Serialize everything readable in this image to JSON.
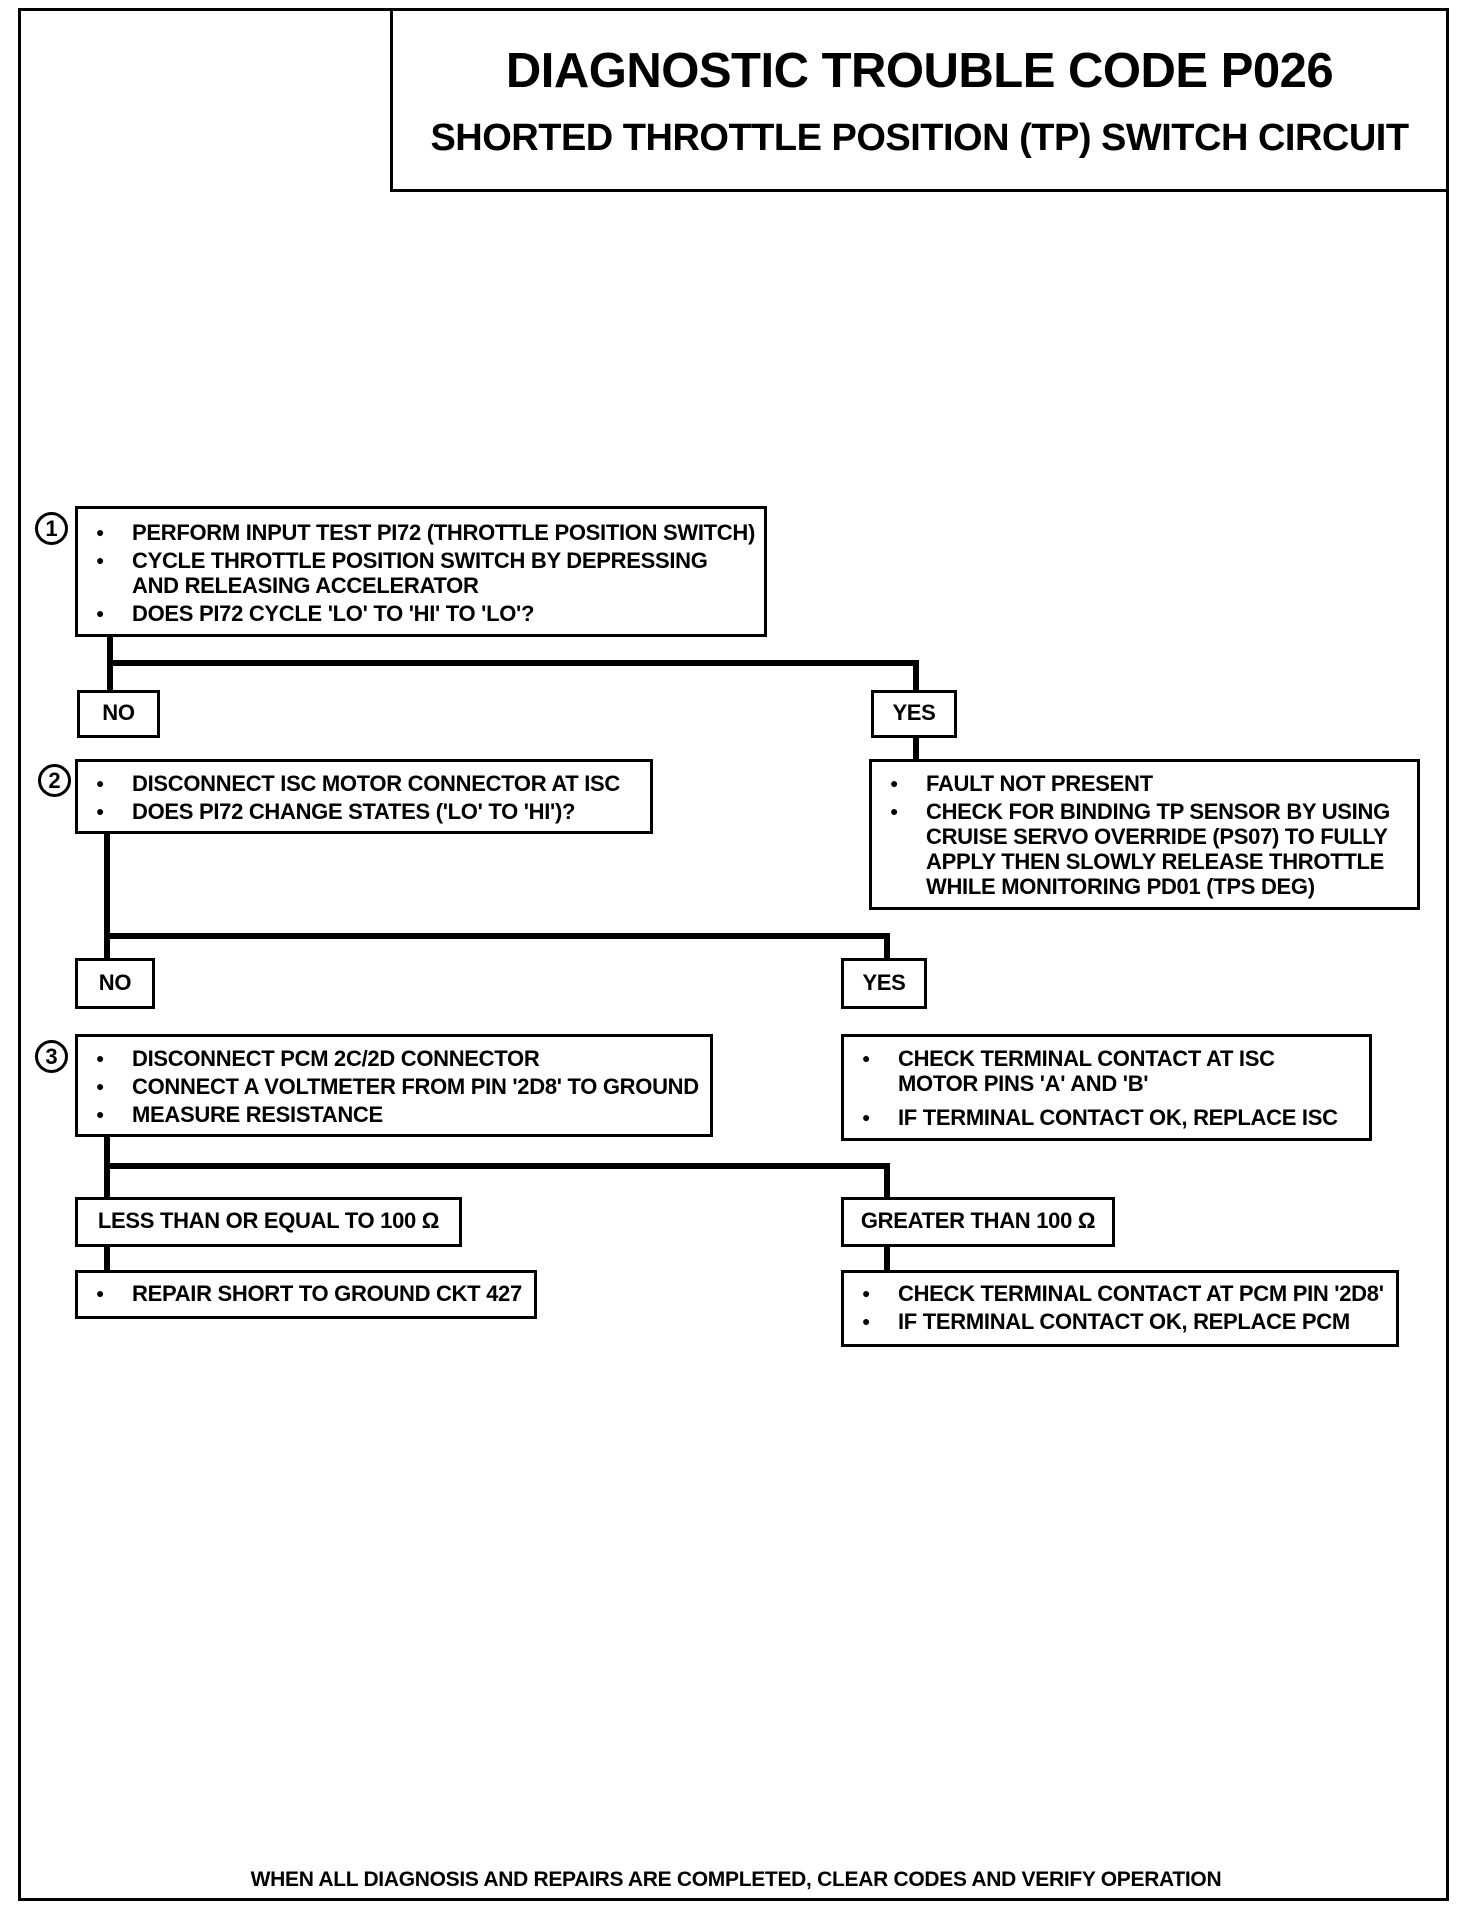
{
  "title": "DIAGNOSTIC TROUBLE CODE P026",
  "subtitle": "SHORTED THROTTLE POSITION (TP) SWITCH CIRCUIT",
  "steps": {
    "s1": {
      "number": "1",
      "items": [
        "PERFORM INPUT TEST PI72 (THROTTLE POSITION SWITCH)",
        "CYCLE THROTTLE POSITION SWITCH BY DEPRESSING AND RELEASING ACCELERATOR",
        "DOES PI72 CYCLE 'LO' TO 'HI' TO 'LO'?"
      ]
    },
    "s2": {
      "number": "2",
      "items": [
        "DISCONNECT ISC MOTOR CONNECTOR AT ISC",
        "DOES  PI72 CHANGE STATES ('LO' TO 'HI')?"
      ]
    },
    "s3": {
      "number": "3",
      "items": [
        "DISCONNECT PCM 2C/2D CONNECTOR",
        "CONNECT A VOLTMETER FROM PIN '2D8' TO GROUND",
        "MEASURE RESISTANCE"
      ]
    }
  },
  "branches": {
    "b1_no": "NO",
    "b1_yes": "YES",
    "b2_no": "NO",
    "b2_yes": "YES",
    "b3_le": "LESS THAN OR EQUAL TO 100 Ω",
    "b3_gt": "GREATER THAN 100 Ω"
  },
  "results": {
    "r1_yes": [
      "FAULT NOT PRESENT",
      "CHECK FOR BINDING TP SENSOR BY USING CRUISE SERVO  OVERRIDE (PS07) TO FULLY APPLY THEN SLOWLY RELEASE THROTTLE WHILE MONITORING PD01 (TPS DEG)"
    ],
    "r2_yes": [
      "CHECK TERMINAL CONTACT AT ISC MOTOR PINS 'A' AND 'B'",
      "IF TERMINAL CONTACT OK, REPLACE ISC"
    ],
    "r3_le": [
      "REPAIR SHORT TO GROUND CKT 427"
    ],
    "r3_gt": [
      "CHECK TERMINAL CONTACT AT PCM PIN '2D8'",
      "IF TERMINAL CONTACT OK, REPLACE PCM"
    ]
  },
  "footer": "WHEN ALL DIAGNOSIS AND REPAIRS ARE COMPLETED, CLEAR CODES AND VERIFY OPERATION"
}
